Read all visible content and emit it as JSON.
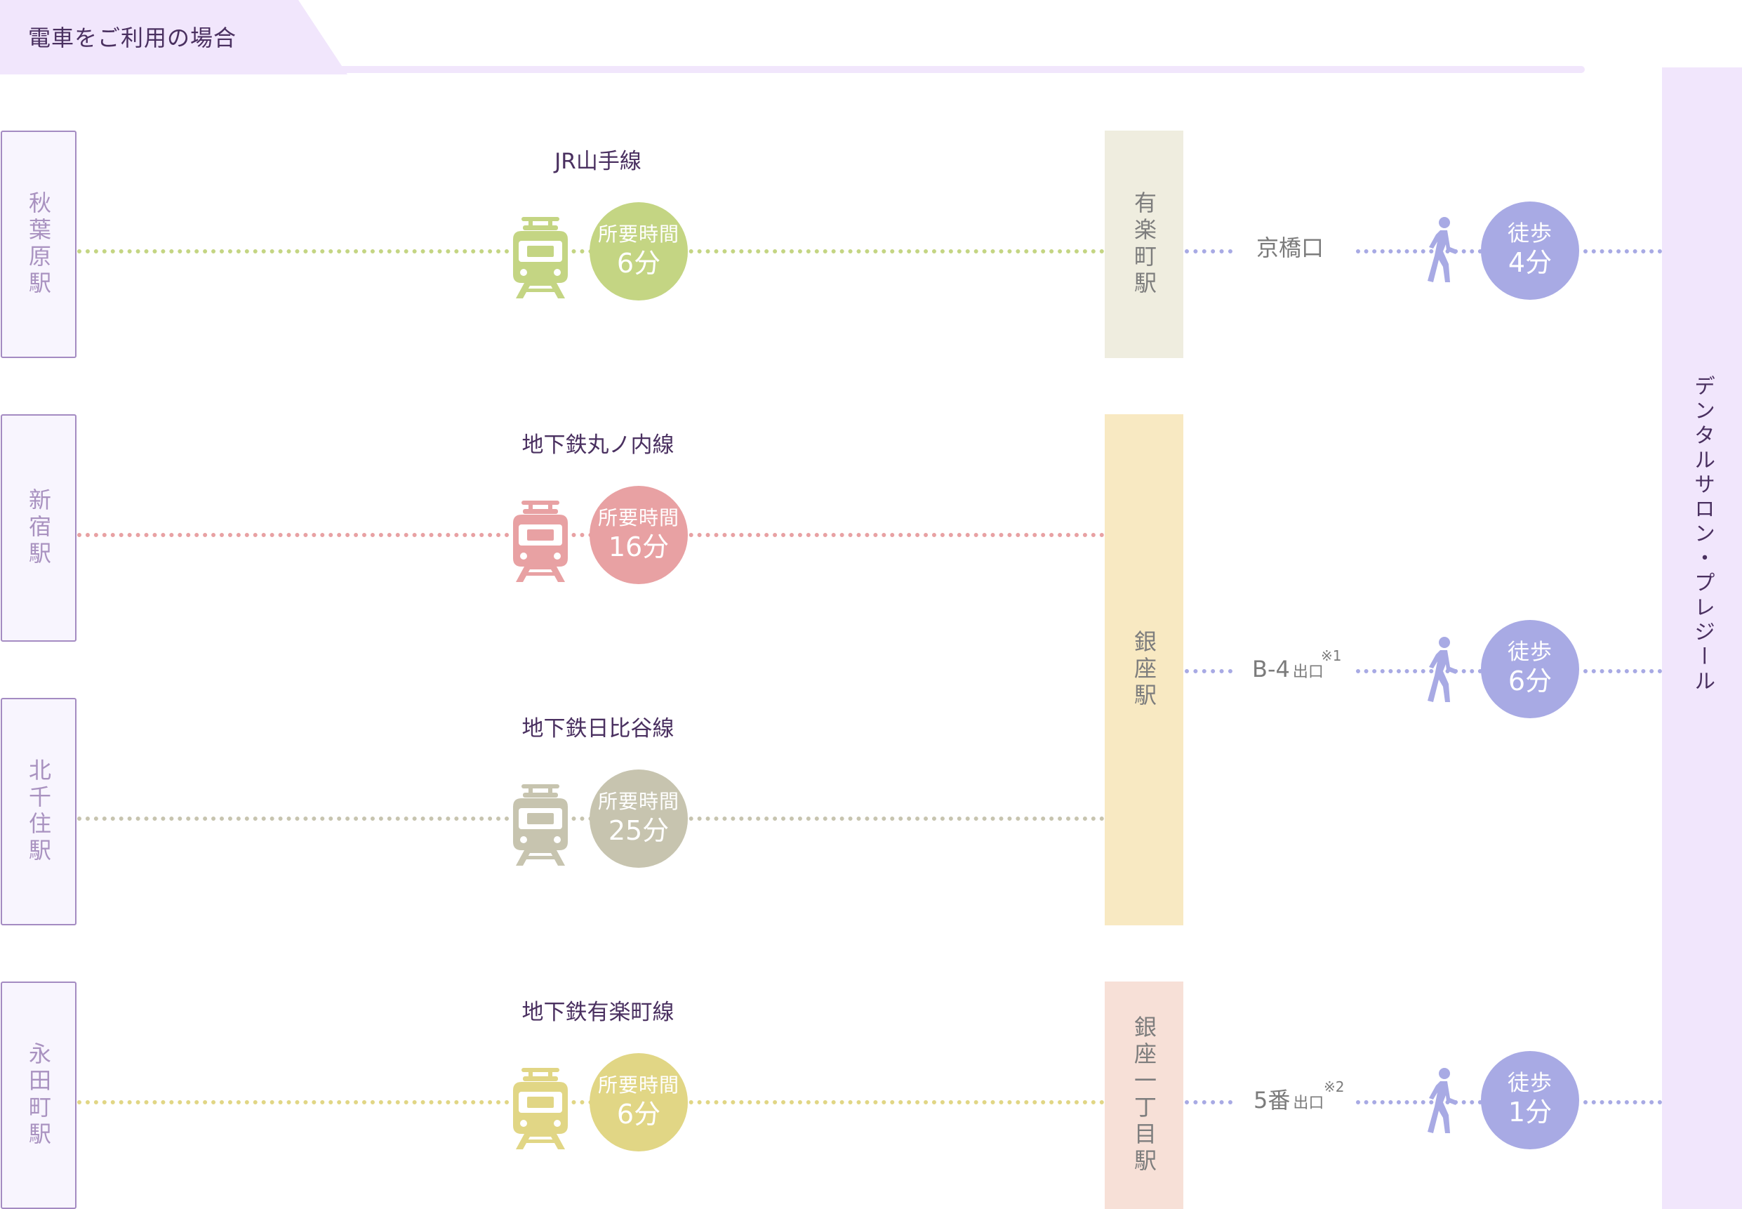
{
  "header": {
    "title": "電車をご利用の場合"
  },
  "destination": {
    "label": "デンタルサロン・プレジール"
  },
  "origins": [
    {
      "label": "秋葉原駅"
    },
    {
      "label": "新宿駅"
    },
    {
      "label": "北千住駅"
    },
    {
      "label": "永田町駅"
    }
  ],
  "routes": [
    {
      "line": "JR山手線",
      "time_label": "所要時間",
      "time": "6分",
      "color": "#c4d583"
    },
    {
      "line": "地下鉄丸ノ内線",
      "time_label": "所要時間",
      "time": "16分",
      "color": "#e8a1a3"
    },
    {
      "line": "地下鉄日比谷線",
      "time_label": "所要時間",
      "time": "25分",
      "color": "#c7c4af"
    },
    {
      "line": "地下鉄有楽町線",
      "time_label": "所要時間",
      "time": "6分",
      "color": "#e1d685"
    }
  ],
  "transfer_stations": [
    {
      "label": "有楽町駅",
      "color": "#efeddf"
    },
    {
      "label": "銀座駅",
      "color": "#f8e9c2"
    },
    {
      "label": "銀座一丁目駅",
      "color": "#f7e0d7"
    }
  ],
  "walks": [
    {
      "exit": "京橋口",
      "exit_suffix": "",
      "note": "",
      "walk_label": "徒歩",
      "time": "4分"
    },
    {
      "exit": "B-4",
      "exit_suffix": "出口",
      "note": "※1",
      "walk_label": "徒歩",
      "time": "6分"
    },
    {
      "exit": "5番",
      "exit_suffix": "出口",
      "note": "※2",
      "walk_label": "徒歩",
      "time": "1分"
    }
  ],
  "colors": {
    "walk": "#a8aae4",
    "accent": "#4a3060",
    "header_bg": "#f1e6fc"
  }
}
